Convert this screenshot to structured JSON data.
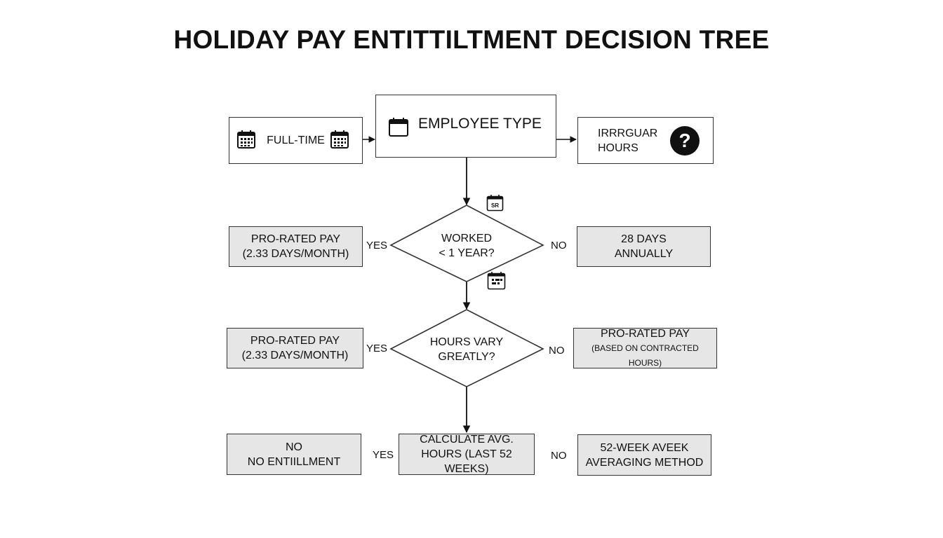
{
  "title": "HOLIDAY PAY ENTITTILTMENT DECISION TREE",
  "nodes": {
    "employee_type": "EMPLOYEE TYPE",
    "full_time": "FULL-TIME",
    "irregular_line1": "IRRRGUAR",
    "irregular_line2": "HOURS",
    "worked_line1": "WORKED",
    "worked_line2": "< 1 YEAR?",
    "pro_rated_1_line1": "PRO-RATED PAY",
    "pro_rated_1_line2": "(2.33 DAYS/MONTH)",
    "days28_line1": "28 DAYS",
    "days28_line2": "ANNUALLY",
    "hours_vary_line1": "HOURS VARY",
    "hours_vary_line2": "GREATLY?",
    "pro_rated_2_line1": "PRO-RATED PAY",
    "pro_rated_2_line2": "(2.33 DAYS/MONTH)",
    "pro_rated_3_line1": "PRO-RATED PAY",
    "pro_rated_3_line2": "(BASED ON CONTRACTED HOURS)",
    "no_ent_line1": "NO",
    "no_ent_line2": "NO ENTIILLMENT",
    "calc_line1": "CALCULATE AVG.",
    "calc_line2": "HOURS (LAST 52 WEEKS)",
    "week52_line1": "52-WEEK AVEEK",
    "week52_line2": "AVERAGING METHOD"
  },
  "edge_labels": {
    "yes": "YES",
    "no": "NO"
  },
  "icons": {
    "calendar_small_label": "SR",
    "question_mark": "?",
    "icon_names": [
      "calendar-icon",
      "question-circle-icon"
    ]
  }
}
